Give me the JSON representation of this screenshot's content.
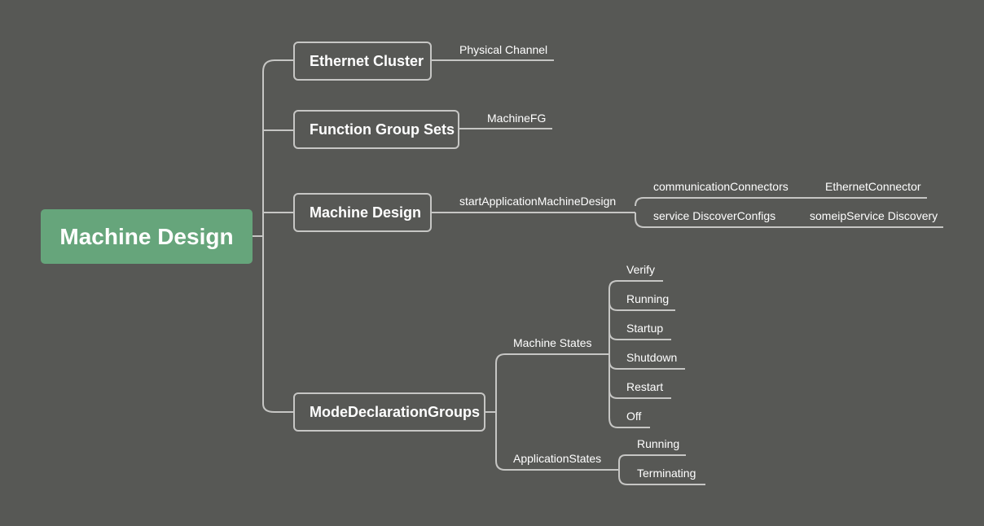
{
  "root": {
    "label": "Machine Design"
  },
  "branches": {
    "ethernet_cluster": {
      "label": "Ethernet Cluster",
      "children": [
        "Physical Channel"
      ]
    },
    "function_group_sets": {
      "label": "Function Group Sets",
      "children": [
        "MachineFG"
      ]
    },
    "machine_design": {
      "label": "Machine Design",
      "child": "startApplicationMachineDesign",
      "grandchildren": [
        {
          "label": "communicationConnectors",
          "child": "EthernetConnector"
        },
        {
          "label": "service DiscoverConfigs",
          "child": "someipService Discovery"
        }
      ]
    },
    "mode_declaration_groups": {
      "label": "ModeDeclarationGroups",
      "machine_states": {
        "label": "Machine States",
        "children": [
          "Verify",
          "Running",
          "Startup",
          "Shutdown",
          "Restart",
          "Off"
        ]
      },
      "application_states": {
        "label": "ApplicationStates",
        "children": [
          "Running",
          "Terminating"
        ]
      }
    }
  },
  "colors": {
    "background": "#575855",
    "root_fill": "#66a57b",
    "line": "#c6c6c4",
    "text": "#ffffff"
  }
}
